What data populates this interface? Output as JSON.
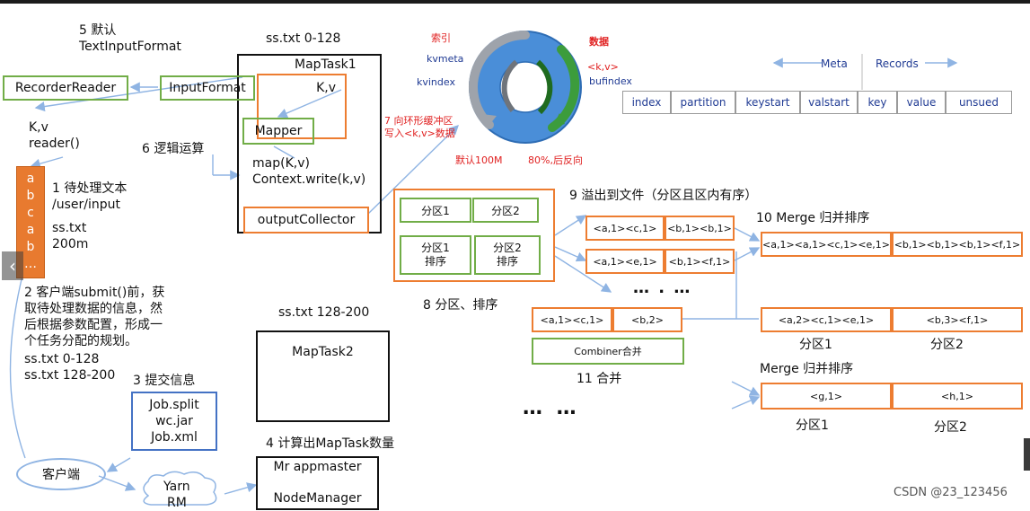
{
  "labels": {
    "step5_line1": "5 默认",
    "step5_line2": "TextInputFormat",
    "ss_0_128": "ss.txt 0-128",
    "maptask1": "MapTask1",
    "recorder_reader": "RecorderReader",
    "input_format": "InputFormat",
    "kv_pair": "K,v",
    "kv_left": "K,v",
    "reader_call": "reader()",
    "mapper": "Mapper",
    "step6": "6 逻辑运算",
    "map_call": "map(K,v)",
    "context_write": "Context.write(k,v)",
    "output_collector": "outputCollector",
    "step1": "1 待处理文本",
    "user_input": "/user/input",
    "ss_txt": "ss.txt",
    "size_200m": "200m",
    "file_chars": [
      "a",
      "b",
      "c",
      "a",
      "b",
      "…"
    ],
    "step2": [
      "2 客户端submit()前，获",
      "取待处理数据的信息，然",
      "后根据参数配置，形成一",
      "个任务分配的规划。"
    ],
    "split1": "ss.txt  0-128",
    "split2": "ss.txt  128-200",
    "step3": "3 提交信息",
    "job_files": [
      "Job.split",
      "wc.jar",
      "Job.xml"
    ],
    "client": "客户端",
    "yarn": "Yarn",
    "rm": "RM",
    "ss_128_200": "ss.txt 128-200",
    "maptask2": "MapTask2",
    "step4": "4 计算出MapTask数量",
    "mr_appmaster": "Mr appmaster",
    "node_manager": "NodeManager",
    "ring_index": "索引",
    "ring_kvmeta": "kvmeta",
    "ring_kvindex": "kvindex",
    "ring_data": "数据",
    "ring_kv": "<k,v>",
    "ring_bufindex": "bufindex",
    "ring_default": "默认100M",
    "ring_80": "80%,后反向",
    "step7": [
      "7 向环形缓冲区",
      "写入<k,v>数据"
    ],
    "meta": "Meta",
    "records": "Records",
    "record_fields": [
      "index",
      "partition",
      "keystart",
      "valstart",
      "key",
      "value",
      "unsued"
    ],
    "part1": "分区1",
    "part2": "分区2",
    "part1_sort": [
      "分区1",
      "排序"
    ],
    "part2_sort": [
      "分区2",
      "排序"
    ],
    "step8": "8 分区、排序",
    "step9": "9 溢出到文件（分区且区内有序）",
    "spill_a": [
      "<a,1><c,1>",
      "<b,1><b,1>"
    ],
    "spill_b": [
      "<a,1><e,1>",
      "<b,1><f,1>"
    ],
    "dots_small": "… . …",
    "step10": "10 Merge 归并排序",
    "merge1": [
      "<a,1><a,1><c,1><e,1>",
      "<b,1><b,1><b,1><f,1>"
    ],
    "combine_in": [
      "<a,1><c,1>",
      "<b,2>"
    ],
    "combiner": "Combiner合并",
    "step11": "11 合并",
    "dots_large": "…  …",
    "combine_out": [
      "<a,2><c,1><e,1>",
      "<b,3><f,1>"
    ],
    "out_part1": "分区1",
    "out_part2": "分区2",
    "merge2_title": "Merge 归并排序",
    "merge2": [
      "<g,1>",
      "<h,1>"
    ],
    "out2_part1": "分区1",
    "out2_part2": "分区2",
    "watermark": "CSDN @23_123456"
  },
  "colors": {
    "green": "#71ad47",
    "orange": "#ed7d31",
    "blue_arrow": "#8fb4e3",
    "ring_blue": "#4a8ed8",
    "red_text": "#e02020",
    "text_blue": "#1f3a93"
  },
  "icons": {
    "back": "chevron-left-icon"
  }
}
